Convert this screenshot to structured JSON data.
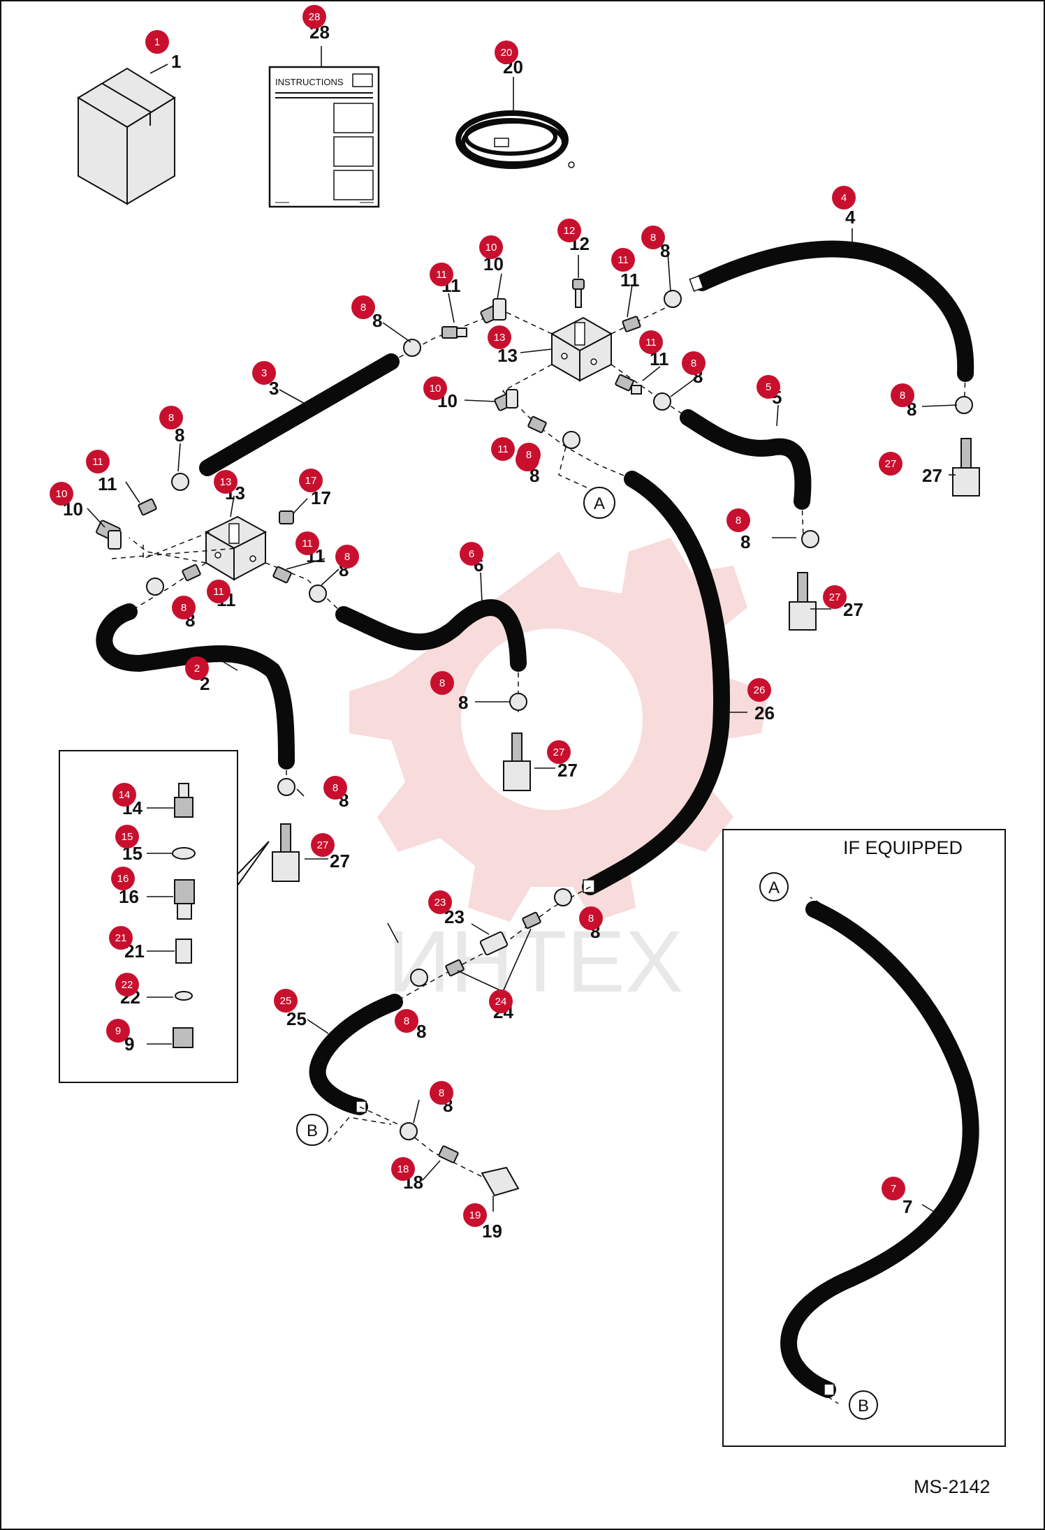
{
  "document_id": "MS-2142",
  "inset_title": "IF EQUIPPED",
  "instruction_sheet_title": "INSTRUCTIONS",
  "watermark_text": "ИНТЕХ",
  "callouts": {
    "a": "A",
    "b": "B",
    "a2": "A",
    "b2": "B"
  },
  "badge_color": "#c8102e",
  "watermark_color": "#f7d5d5",
  "labels": {
    "p1": "1",
    "p28": "28",
    "p20": "20",
    "p4": "4",
    "p12": "12",
    "p10a": "10",
    "p11a": "11",
    "p8a": "8",
    "p11b": "11",
    "p8b": "8",
    "p13a": "13",
    "p11c": "11",
    "p8c": "8",
    "p3": "3",
    "p10b": "10",
    "p8d": "8",
    "p5": "5",
    "p8e": "8",
    "p8f": "8",
    "p27a": "27",
    "p11d": "11",
    "p10c": "10",
    "p13b": "13",
    "p17": "17",
    "p11e": "11",
    "p8g": "8",
    "p11f": "11",
    "p8h": "8",
    "p8i": "8",
    "p6": "6",
    "p2": "2",
    "p8j": "8",
    "p27b": "27",
    "p26": "26",
    "p27c": "27",
    "p8k": "8",
    "p27d": "27",
    "p14": "14",
    "p15": "15",
    "p16": "16",
    "p21": "21",
    "p22": "22",
    "p9": "9",
    "p23": "23",
    "p8l": "8",
    "p24": "24",
    "p25": "25",
    "p8m": "8",
    "p8n": "8",
    "p18": "18",
    "p19": "19",
    "p7": "7"
  },
  "badges": [
    "1",
    "28",
    "20",
    "4",
    "12",
    "10",
    "11",
    "8",
    "11",
    "8",
    "13",
    "11",
    "8",
    "3",
    "10",
    "8",
    "5",
    "8",
    "8",
    "27",
    "11",
    "10",
    "13",
    "17",
    "11",
    "8",
    "11",
    "8",
    "8",
    "6",
    "2",
    "8",
    "27",
    "26",
    "27",
    "8",
    "27",
    "14",
    "15",
    "16",
    "21",
    "22",
    "9",
    "23",
    "8",
    "24",
    "25",
    "8",
    "8",
    "18",
    "19",
    "7",
    "11",
    "8"
  ]
}
